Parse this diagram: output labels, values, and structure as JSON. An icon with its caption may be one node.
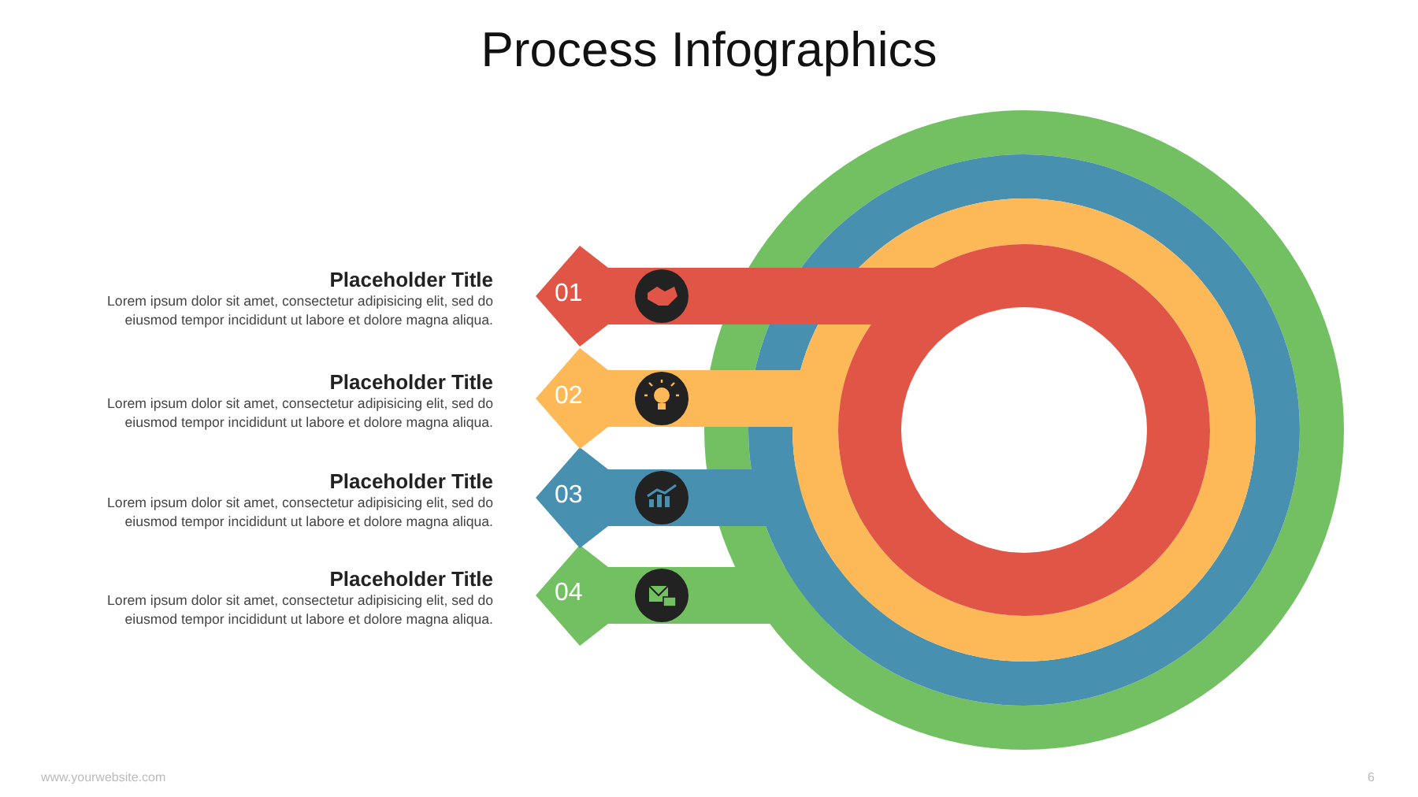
{
  "diagram": {
    "title": "Process Infographics",
    "nodes": [
      {
        "text": [
          "01"
        ],
        "beside": [
          "Placeholder Title",
          "Lorem ipsum dolor sit amet, consectetur adipisicing elit, sed do eiusmod tempor incididunt ut labore et dolore magna aliqua."
        ]
      },
      {
        "text": [
          "02"
        ],
        "beside": [
          "Placeholder Title",
          "Lorem ipsum dolor sit amet, consectetur adipisicing elit, sed do eiusmod tempor incididunt ut labore et dolore magna aliqua."
        ]
      },
      {
        "text": [
          "03"
        ],
        "beside": [
          "Placeholder Title",
          "Lorem ipsum dolor sit amet, consectetur adipisicing elit, sed do eiusmod tempor incididunt ut labore et dolore magna aliqua."
        ]
      },
      {
        "text": [
          "04"
        ],
        "beside": [
          "Placeholder Title",
          "Lorem ipsum dolor sit amet, consectetur adipisicing elit, sed do eiusmod tempor incididunt ut labore et dolore magna aliqua."
        ]
      }
    ],
    "edges": [],
    "labels": [
      "www.yourwebsite.com",
      "6"
    ]
  }
}
